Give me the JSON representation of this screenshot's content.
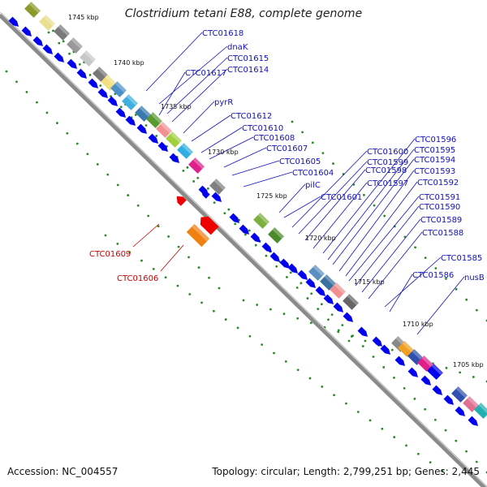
{
  "title": "Clostridium tetani E88, complete genome",
  "footer": {
    "accession": "Accession: NC_004557",
    "summary": "Topology: circular; Length: 2,799,251 bp; Genes: 2,445"
  },
  "colors": {
    "backbone": "#8c8c8c",
    "gene_default": "#0000ee",
    "label_forward": "#1010c0",
    "label_reverse": "#d00000",
    "tick_dots": "#2a8a2a",
    "tick_label": "#111111"
  },
  "scale_ticks": [
    "1745 kbp",
    "1740 kbp",
    "1735 kbp",
    "1730 kbp",
    "1725 kbp",
    "1720 kbp",
    "1715 kbp",
    "1710 kbp",
    "1705 kbp"
  ],
  "forward_labels": [
    "CTC01618",
    "dnaK",
    "CTC01615",
    "CTC01617",
    "CTC01614",
    "pyrR",
    "CTC01612",
    "CTC01610",
    "CTC01608",
    "CTC01607",
    "CTC01605",
    "CTC01604",
    "pilC",
    "CTC01601",
    "CTC01600",
    "CTC01599",
    "CTC01598",
    "CTC01597",
    "CTC01596",
    "CTC01595",
    "CTC01594",
    "CTC01593",
    "CTC01592",
    "CTC01591",
    "CTC01590",
    "CTC01589",
    "CTC01588",
    "CTC01585",
    "CTC01586",
    "nusB"
  ],
  "reverse_labels": [
    "CTC01609",
    "CTC01606"
  ]
}
